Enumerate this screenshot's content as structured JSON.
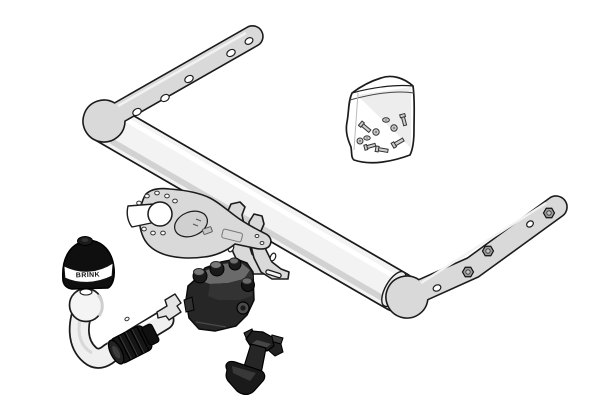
{
  "illustration": {
    "kind": "towbar-kit-technical-drawing",
    "brand_label": "BRINK",
    "colors": {
      "paper": "#ffffff",
      "outline": "#1b1b1b",
      "metal": "#d9d9d9",
      "metal-light": "#efefef",
      "tube": "#f3f3f3",
      "shade": "#d2d2d2",
      "dark": "#1a1a1a",
      "dark-mid": "#333333",
      "dark-light": "#6a6a6a",
      "band": "#ffffff"
    },
    "parts": [
      {
        "name": "crossbar-tube"
      },
      {
        "name": "left-mounting-bracket",
        "holes": 5
      },
      {
        "name": "right-mounting-bracket",
        "holes": 2,
        "bolts": 3
      },
      {
        "name": "center-hanger-plates",
        "count": 2
      },
      {
        "name": "socket-mounting-plate"
      },
      {
        "name": "receiver-housing"
      },
      {
        "name": "tow-ball-cover"
      },
      {
        "name": "swan-neck-tow-ball"
      },
      {
        "name": "locking-knob"
      },
      {
        "name": "fasteners-bag"
      },
      {
        "name": "plug-connector-part"
      }
    ]
  }
}
